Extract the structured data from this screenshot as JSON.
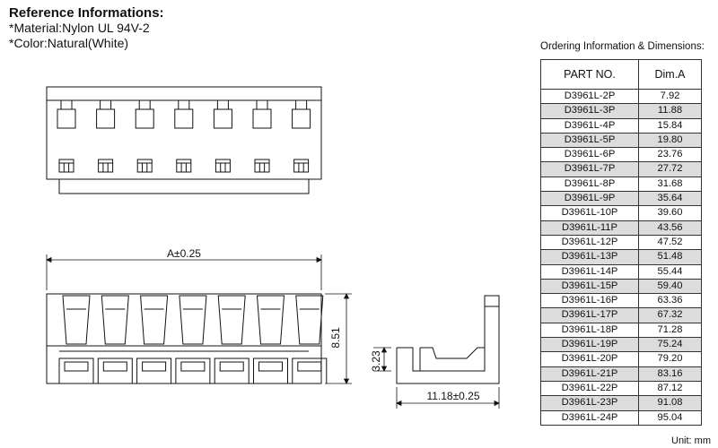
{
  "reference": {
    "title": "Reference Informations:",
    "material": "*Material:Nylon UL 94V-2",
    "color": "*Color:Natural(White)"
  },
  "ordering": {
    "title": "Ordering Information & Dimensions:",
    "headers": [
      "PART NO.",
      "Dim.A"
    ],
    "rows": [
      [
        "D3961L-2P",
        "7.92"
      ],
      [
        "D3961L-3P",
        "11.88"
      ],
      [
        "D3961L-4P",
        "15.84"
      ],
      [
        "D3961L-5P",
        "19.80"
      ],
      [
        "D3961L-6P",
        "23.76"
      ],
      [
        "D3961L-7P",
        "27.72"
      ],
      [
        "D3961L-8P",
        "31.68"
      ],
      [
        "D3961L-9P",
        "35.64"
      ],
      [
        "D3961L-10P",
        "39.60"
      ],
      [
        "D3961L-11P",
        "43.56"
      ],
      [
        "D3961L-12P",
        "47.52"
      ],
      [
        "D3961L-13P",
        "51.48"
      ],
      [
        "D3961L-14P",
        "55.44"
      ],
      [
        "D3961L-15P",
        "59.40"
      ],
      [
        "D3961L-16P",
        "63.36"
      ],
      [
        "D3961L-17P",
        "67.32"
      ],
      [
        "D3961L-18P",
        "71.28"
      ],
      [
        "D3961L-19P",
        "75.24"
      ],
      [
        "D3961L-20P",
        "79.20"
      ],
      [
        "D3961L-21P",
        "83.16"
      ],
      [
        "D3961L-22P",
        "87.12"
      ],
      [
        "D3961L-23P",
        "91.08"
      ],
      [
        "D3961L-24P",
        "95.04"
      ]
    ],
    "unit": "Unit: mm"
  },
  "dimensions": {
    "length": "A±0.25",
    "height": "8.51",
    "side_height": "3.23",
    "side_width": "11.18±0.25"
  },
  "pin_count": 7
}
